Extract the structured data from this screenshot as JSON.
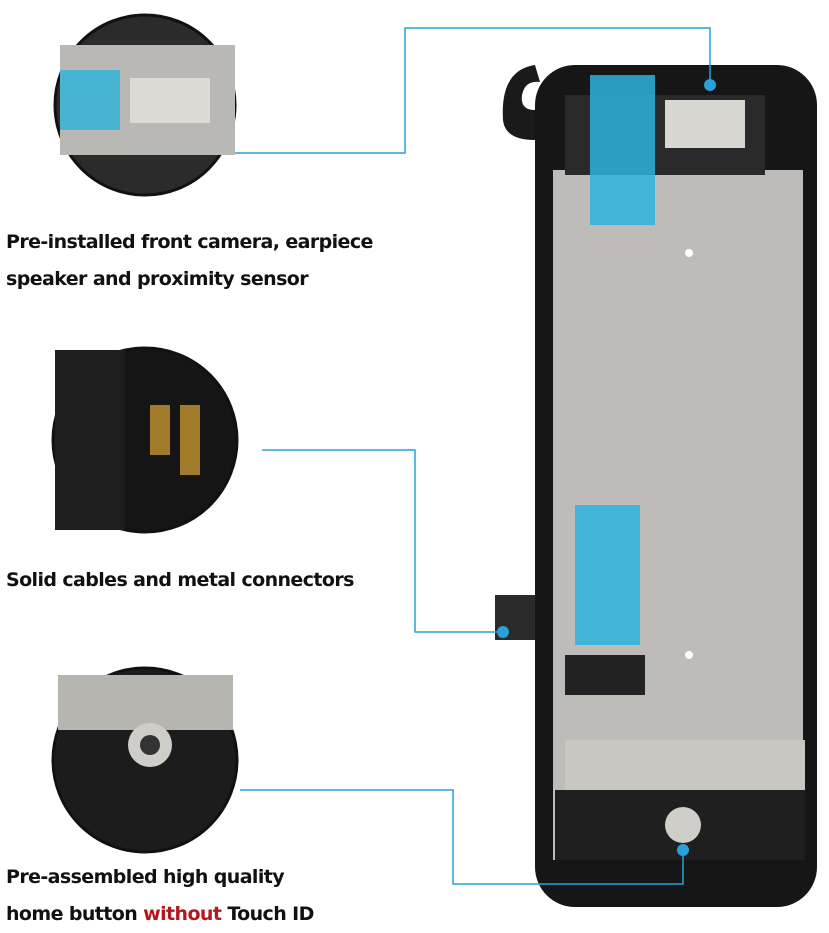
{
  "callouts": [
    {
      "lines": [
        "Pre-installed front camera, earpiece",
        "speaker and proximity sensor"
      ]
    },
    {
      "lines": [
        "Solid cables and  metal connectors"
      ]
    },
    {
      "lines": [
        "Pre-assembled high quality"
      ],
      "line2_before": "home button ",
      "line2_highlight": "without",
      "line2_after": " Touch ID"
    }
  ],
  "colors": {
    "accent_line": "#2aa0d8",
    "highlight": "#b3181c",
    "tape": "#2bb3dc"
  }
}
